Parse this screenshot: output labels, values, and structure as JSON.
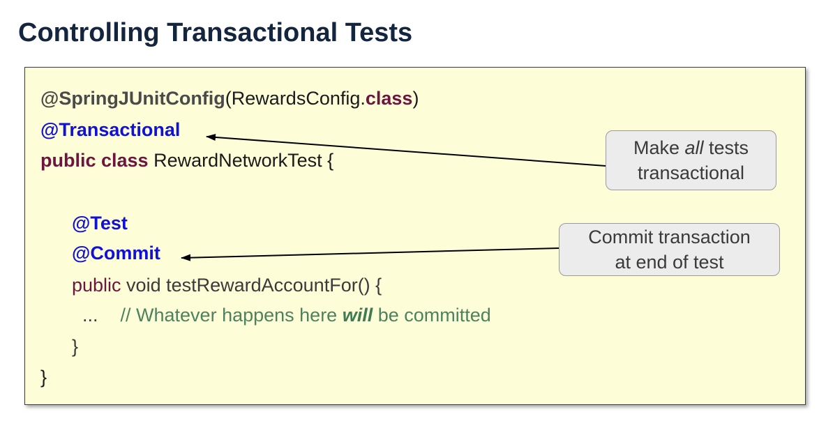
{
  "slide": {
    "title": "Controlling Transactional Tests"
  },
  "code": {
    "line1_annotation": "@SpringJUnitConfig",
    "line1_open": "(RewardsConfig.",
    "line1_class_kw": "class",
    "line1_close": ")",
    "line2_annotation": "@Transactional",
    "line3_kw": "public class",
    "line3_rest": " RewardNetworkTest {",
    "line4_annotation": "@Test",
    "line5_annotation": "@Commit",
    "line6_kw": "public",
    "line6_rest": " void testRewardAccountFor() {",
    "line7_ellipsis": "...",
    "line7_comment_start": "// Whatever happens here ",
    "line7_comment_em": "will",
    "line7_comment_end": " be committed",
    "line8_brace": "}",
    "line9_brace": "}"
  },
  "callouts": {
    "top_pre": "Make ",
    "top_em": "all",
    "top_post": " tests",
    "top_line2": "transactional",
    "bottom_line1": "Commit transaction",
    "bottom_line2": "at end of test"
  },
  "colors": {
    "title": "#14253f",
    "box_background": "#fdfdd8",
    "annotation_blue": "#1010d8",
    "keyword": "#6b1540",
    "comment": "#4e8160",
    "callout_background": "#ececec"
  }
}
